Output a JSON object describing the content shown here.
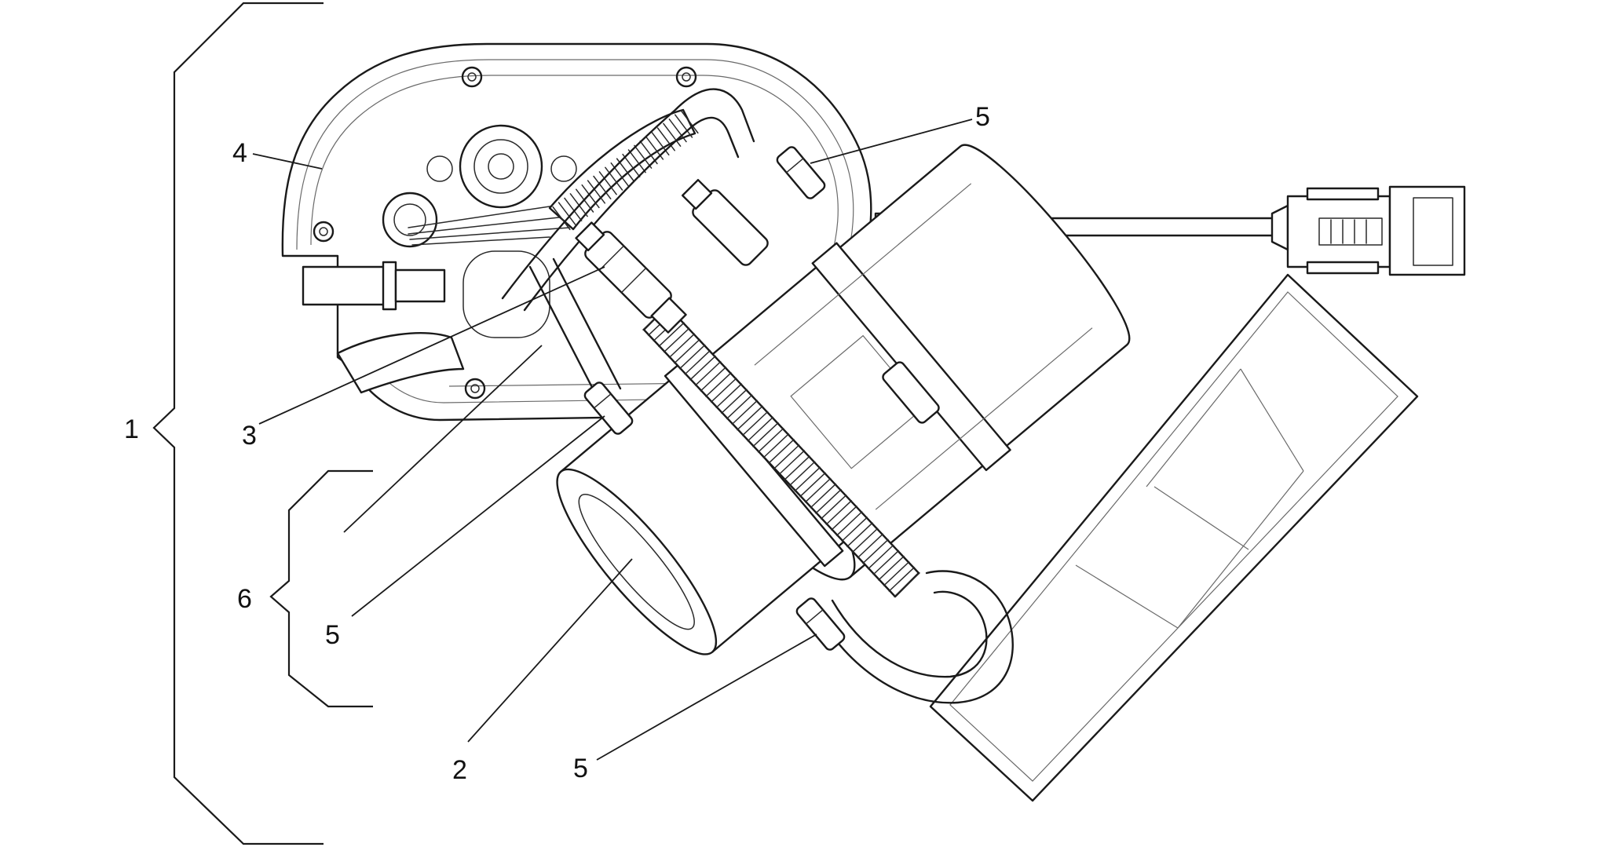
{
  "callouts": {
    "c1": "1",
    "c2": "2",
    "c3": "3",
    "c4": "4",
    "c5_top": "5",
    "c5_mid": "5",
    "c5_bottom": "5",
    "c6": "6"
  },
  "colors": {
    "line": "#1a1a1a",
    "paper": "#ffffff"
  }
}
